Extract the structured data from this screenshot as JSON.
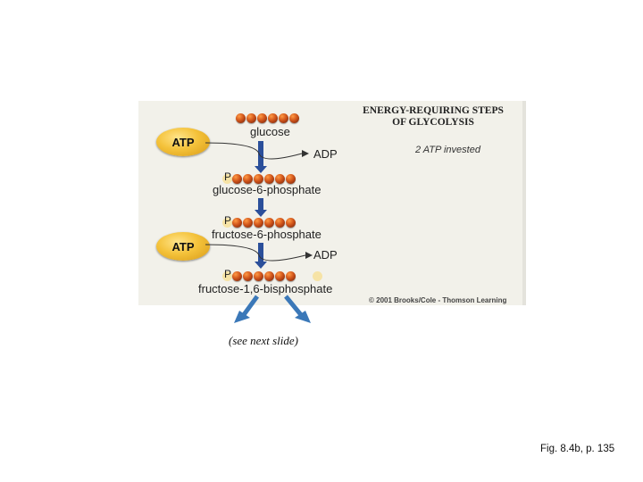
{
  "heading": {
    "line1": "ENERGY-REQUIRING STEPS",
    "line2": "OF GLYCOLYSIS"
  },
  "atp_label": "ATP",
  "adp_label": "ADP",
  "invested": "2 ATP invested",
  "p_label": "P",
  "molecules": {
    "glucose": "glucose",
    "g6p": "glucose-6-phosphate",
    "f6p": "fructose-6-phosphate",
    "f16bp": "fructose-1,6-bisphosphate"
  },
  "copyright": "© 2001 Brooks/Cole - Thomson Learning",
  "next_slide": "(see next slide)",
  "caption": "Fig. 8.4b, p. 135",
  "colors": {
    "bead": "#d0541a",
    "atp": "#f4c23a",
    "arrow": "#2b4f9a",
    "phosphate": "#f6e3a6"
  }
}
